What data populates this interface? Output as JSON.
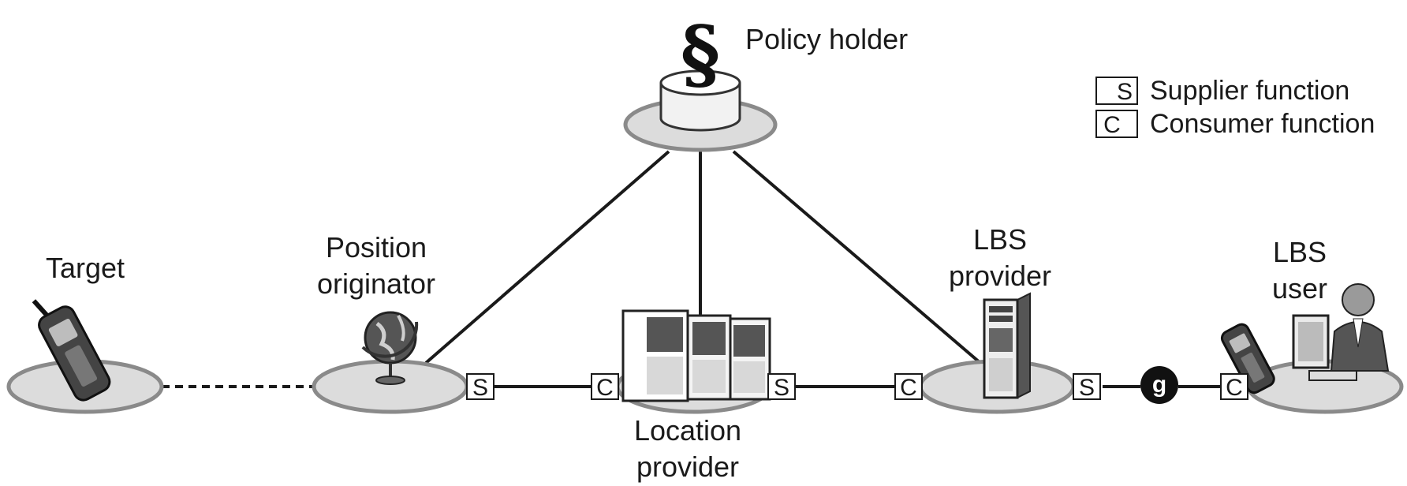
{
  "nodes": {
    "policy_holder": {
      "label": "Policy holder",
      "symbol": "§"
    },
    "target": {
      "label": "Target"
    },
    "position_originator": {
      "line1": "Position",
      "line2": "originator"
    },
    "location_provider": {
      "line1": "Location",
      "line2": "provider"
    },
    "lbs_provider": {
      "line1": "LBS",
      "line2": "provider"
    },
    "lbs_user": {
      "line1": "LBS",
      "line2": "user"
    }
  },
  "function_boxes": {
    "originator_s": "S",
    "location_c": "C",
    "location_s": "S",
    "lbsprov_c": "C",
    "lbsprov_s": "S",
    "user_c": "C"
  },
  "gateway": {
    "label": "g"
  },
  "legend": {
    "supplier": {
      "key": "S",
      "text": "Supplier function"
    },
    "consumer": {
      "key": "C",
      "text": "Consumer function"
    }
  },
  "colors": {
    "disc_fill": "#dcdcdc",
    "disc_stroke": "#8a8a8a",
    "line": "#1a1a1a",
    "gateway": "#111111"
  }
}
